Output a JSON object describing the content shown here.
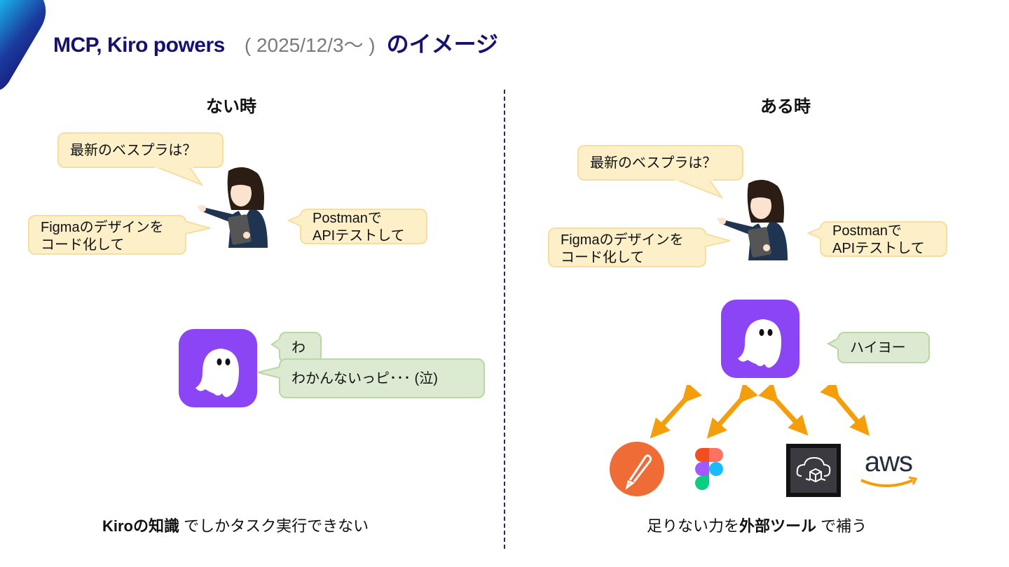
{
  "title": {
    "main": "MCP, Kiro powers",
    "date": "( 2025/12/3～ )",
    "suffix": "のイメージ"
  },
  "left": {
    "heading": "ない時",
    "bubble_best_practice": "最新のベスプラは？",
    "bubble_figma": [
      "Figmaのデザインを",
      "コード化して"
    ],
    "bubble_postman": [
      "Postmanで",
      "APIテストして"
    ],
    "reply_short": "わ",
    "reply_long": "わかんないっピ･･･ (泣)",
    "caption": {
      "pre": "Kiroの",
      "bold": "知識",
      "post": "でしかタスク実行できない"
    }
  },
  "right": {
    "heading": "ある時",
    "bubble_best_practice": "最新のベスプラは？",
    "bubble_figma": [
      "Figmaのデザインを",
      "コード化して"
    ],
    "bubble_postman": [
      "Postmanで",
      "APIテストして"
    ],
    "reply": "ハイヨー",
    "tools": [
      "postman-logo",
      "figma-logo",
      "cloud-logo",
      "aws-logo"
    ],
    "aws_text": "aws",
    "caption": {
      "pre": "足りない力を",
      "bold": "外部ツール",
      "post": "で補う"
    }
  },
  "colors": {
    "title": "#16106e",
    "kiro": "#8b45f5",
    "bubble_yellow": "#fdf0c9",
    "bubble_green": "#dcead2",
    "arrow": "#f59e0b",
    "postman": "#ef6c36"
  }
}
